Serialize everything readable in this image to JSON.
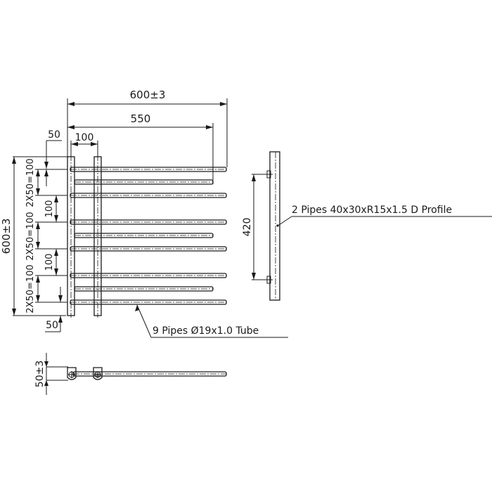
{
  "title": "Towel rail technical drawing",
  "colors": {
    "line": "#1a1a1a",
    "background": "#ffffff"
  },
  "front_view": {
    "overall_width": "600±3",
    "pipe_length": "550",
    "bar_spacing": "100",
    "overall_height": "600±3",
    "top_offset": "50",
    "bottom_offset": "50",
    "group_spacing_labels": [
      "2X50=100",
      "100",
      "2X50=100",
      "100",
      "2X50=100"
    ],
    "pipe_count": 9,
    "pipe_callout": "9 Pipes Ø19x1.0 Tube"
  },
  "side_view": {
    "mount_spacing": "420",
    "profile_callout": "2 Pipes 40x30xR15x1.5 D  Profile"
  },
  "top_view": {
    "depth": "50±3"
  }
}
